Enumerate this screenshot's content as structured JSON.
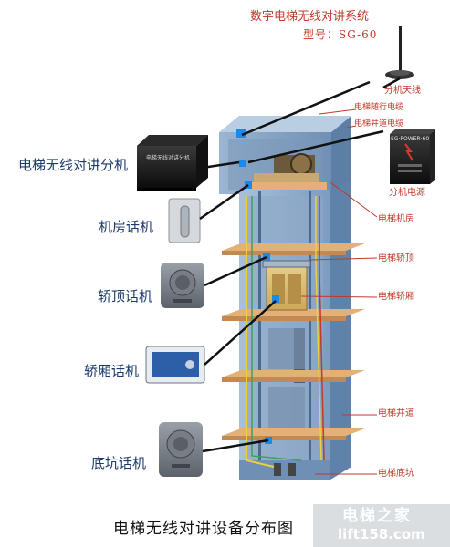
{
  "header": {
    "system_title": "数字电梯无线对讲系统",
    "model": "型号：SG-60"
  },
  "left_labels": {
    "main_unit": "电梯无线对讲分机",
    "machine_room_phone": "机房话机",
    "car_top_phone": "轿顶话机",
    "car_phone": "轿厢话机",
    "pit_phone": "底坑话机"
  },
  "right_labels": {
    "antenna": "分机天线",
    "car_top_cable": "电梯随行电缆",
    "shaft_cable": "电梯井道电缆",
    "power": "分机电源",
    "machine_room": "电梯机房",
    "car_top": "电梯轿顶",
    "car": "电梯轿厢",
    "shaft": "电梯井道",
    "pit": "电梯底坑"
  },
  "device": {
    "unit_plate": "电梯无线对讲分机",
    "power_plate": "SG·POWER·60"
  },
  "caption": "电梯无线对讲设备分布图",
  "watermark": {
    "line1": "电梯之家",
    "line2": "lift158.com"
  },
  "colors": {
    "label_text": "#1b3a6b",
    "annotation_text": "#c0392b",
    "shaft_wall": "#7f9fc0",
    "floor_slab": "#e3b078",
    "cable_black": "#111111",
    "cable_yellow": "#e7d23a",
    "connector_blue": "#1e88e5"
  }
}
